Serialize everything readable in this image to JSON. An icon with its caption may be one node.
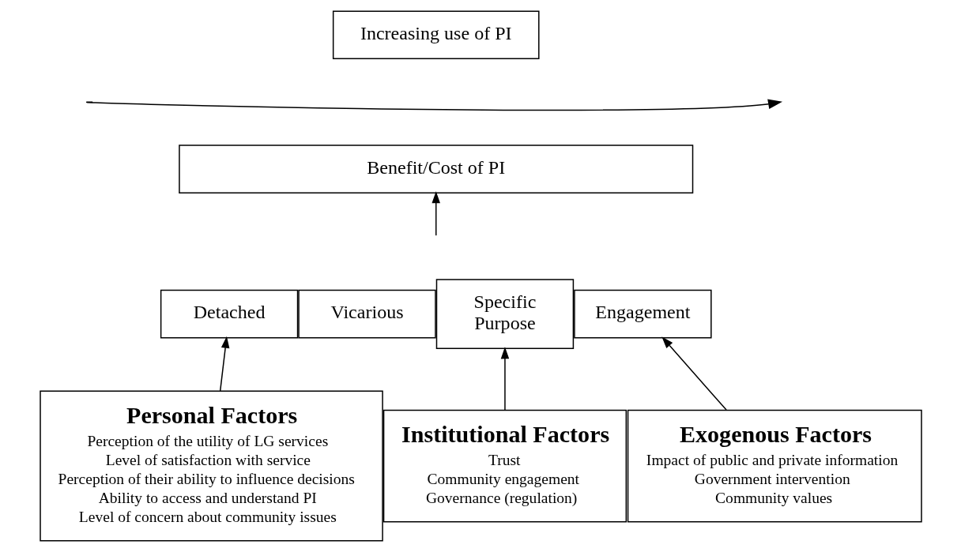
{
  "diagram": {
    "nodes": [
      {
        "text": [
          "Increasing use of PI"
        ]
      },
      {
        "text": [
          "Benefit/Cost of PI"
        ]
      },
      {
        "text": [
          "Detached"
        ]
      },
      {
        "text": [
          "Vicarious"
        ]
      },
      {
        "text": [
          "Specific Purpose"
        ]
      },
      {
        "text": [
          "Engagement"
        ]
      },
      {
        "text": [
          "Personal Factors",
          "Perception of the utility of LG services",
          "Level of satisfaction with service",
          "Perception of their ability to influence decisions",
          "Ability to access and understand PI",
          "Level of concern about community issues"
        ]
      },
      {
        "text": [
          "Institutional Factors",
          "Trust",
          "Community engagement",
          "Governance (regulation)"
        ]
      },
      {
        "text": [
          "Exogenous Factors",
          "Impact of public and private information",
          "Government intervention",
          "Community values"
        ]
      }
    ],
    "edges": [
      {
        "from": null,
        "to": 1,
        "arrow": "to"
      },
      {
        "from": 6,
        "to": 2,
        "arrow": "to"
      },
      {
        "from": 7,
        "to": 4,
        "arrow": "to"
      },
      {
        "from": 8,
        "to": 5,
        "arrow": "to"
      }
    ]
  }
}
